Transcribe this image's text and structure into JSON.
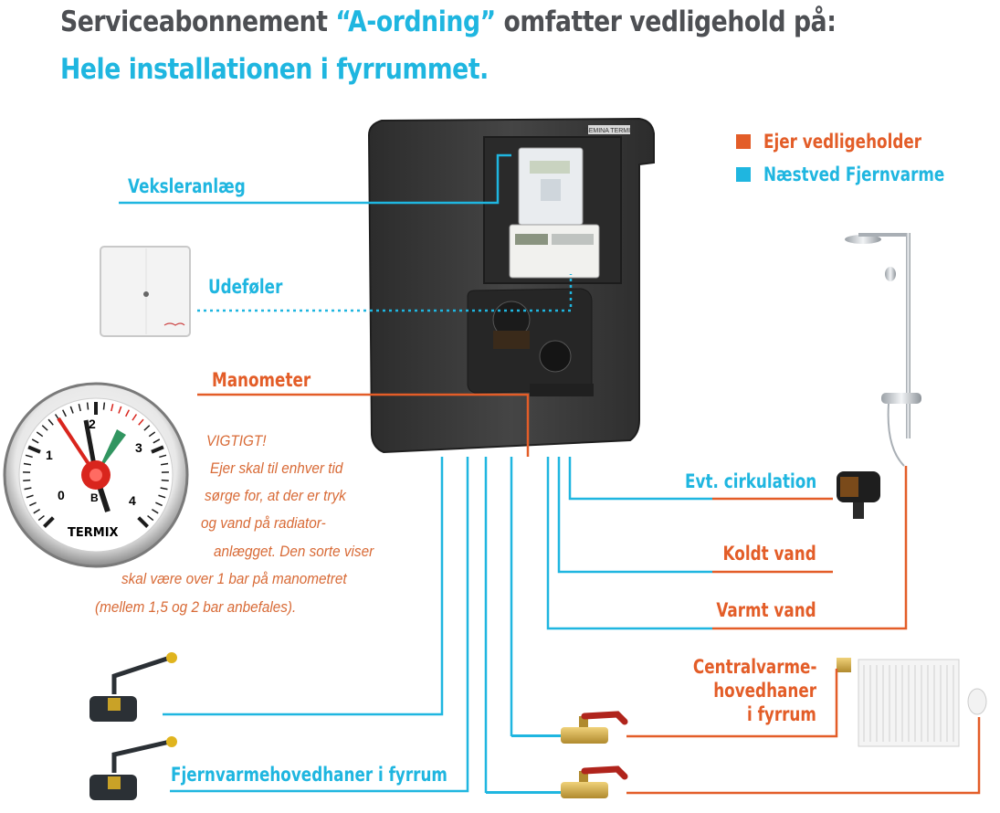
{
  "title": {
    "line1_pre": "Serviceabonnement ",
    "line1_highlight": "“A-ordning”",
    "line1_post": " omfatter vedligehold på:",
    "line2": "Hele installationen i fyrrummet."
  },
  "legend": [
    {
      "label": "Ejer vedligeholder",
      "color": "#e35d28"
    },
    {
      "label": "Næstved Fjernvarme",
      "color": "#1fb6e0"
    }
  ],
  "labels": {
    "veksleranlaeg": "Veksleranlæg",
    "udefoeler": "Udeføler",
    "manometer": "Manometer",
    "evt_cirkulation": "Evt. cirkulation",
    "koldt_vand": "Koldt vand",
    "varmt_vand": "Varmt vand",
    "centralvarme": [
      "Centralvarme-",
      "hovedhaner",
      "i fyrrum"
    ],
    "fjernvarme": "Fjernvarmehovedhaner i fyrrum"
  },
  "note": [
    "VIGTIGT!",
    "Ejer skal til enhver tid",
    "sørge for, at der er tryk",
    "og vand på radiator-",
    "anlægget. Den sorte viser",
    "skal være over 1 bar på manometret",
    "(mellem 1,5 og 2 bar anbefales)."
  ],
  "gauge": {
    "brand": "TERMIX",
    "scale": [
      "0",
      "1",
      "2",
      "3",
      "4"
    ],
    "unit": "B"
  },
  "cabinet": {
    "brand": "GEMINA TERMIX"
  },
  "colors": {
    "blue": "#1fb6e0",
    "orange": "#e35d28",
    "title_gray": "#4d4f53",
    "cabinet": "#3b3b3b"
  }
}
